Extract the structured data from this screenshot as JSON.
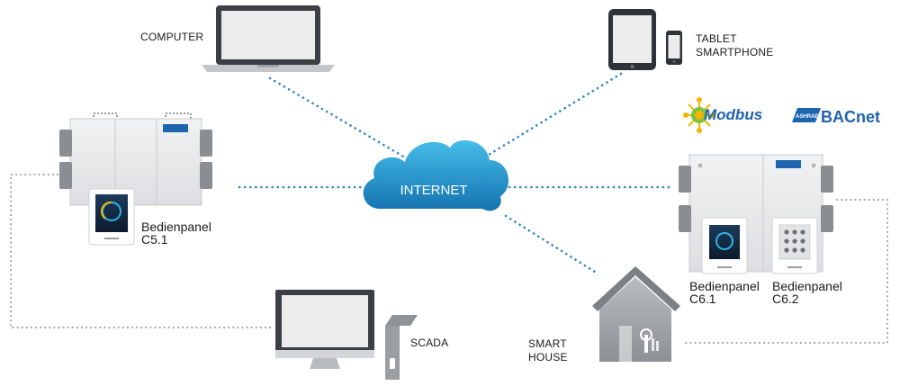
{
  "nodes": {
    "computer": {
      "label": "COMPUTER"
    },
    "tablet": {
      "label_line1": "TABLET",
      "label_line2": "SMARTPHONE"
    },
    "internet": {
      "label": "INTERNET"
    },
    "scada": {
      "label": "SCADA"
    },
    "smart_house": {
      "label_line1": "SMART",
      "label_line2": "HOUSE"
    },
    "panel_c51": {
      "label_line1": "Bedienpanel",
      "label_line2": "C5.1"
    },
    "panel_c61": {
      "label_line1": "Bedienpanel",
      "label_line2": "C6.1"
    },
    "panel_c62": {
      "label_line1": "Bedienpanel",
      "label_line2": "C6.2"
    }
  },
  "logos": {
    "modbus": "Modbus",
    "bacnet": "BACnet",
    "ashrae": "ASHRAE"
  },
  "colors": {
    "link_blue": "#2e86c1",
    "cable_gray": "#a8a8a8",
    "cloud_top": "#3bb2e2",
    "cloud_bottom": "#1576b4",
    "device_dark": "#3c3f45",
    "unit_body": "#e9eaec"
  }
}
